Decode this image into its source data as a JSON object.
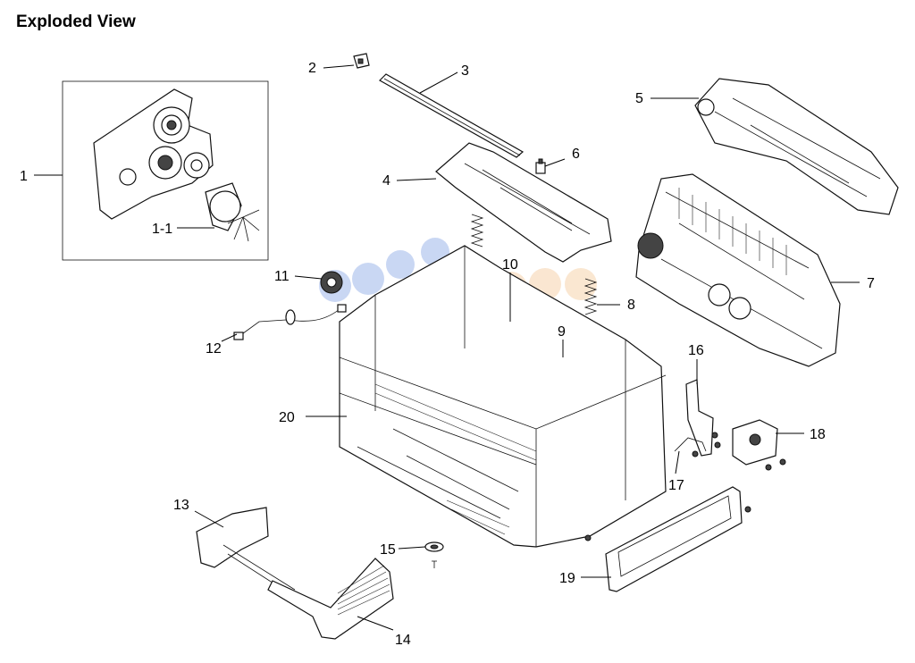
{
  "title": "Exploded View",
  "watermark": "",
  "callouts": {
    "c1": "1",
    "c1_1": "1-1",
    "c2": "2",
    "c3": "3",
    "c4": "4",
    "c5": "5",
    "c6": "6",
    "c7": "7",
    "c8": "8",
    "c9": "9",
    "c10": "10",
    "c11": "11",
    "c12": "12",
    "c13": "13",
    "c14": "14",
    "c15": "15",
    "c16": "16",
    "c17": "17",
    "c18": "18",
    "c19": "19",
    "c20": "20"
  },
  "colors": {
    "line": "#111111",
    "watermark": "#e6b4b4",
    "dots": [
      "#8aa7e6",
      "#f5c99a"
    ]
  }
}
